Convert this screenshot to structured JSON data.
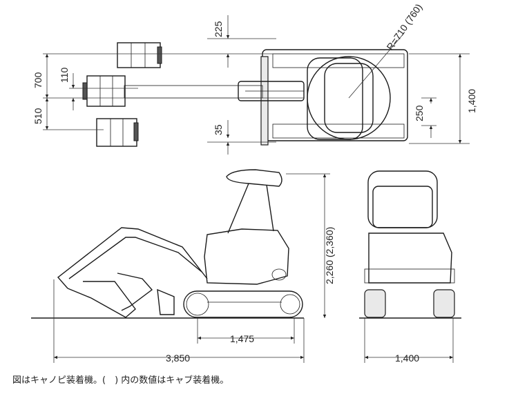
{
  "dimensions": {
    "top_225": "225",
    "top_700": "700",
    "top_110": "110",
    "top_510": "510",
    "top_35": "35",
    "top_radius": "R=710 (760)",
    "top_250": "250",
    "top_1400": "1,400",
    "side_height": "2,260 (2,360)",
    "side_1475": "1,475",
    "side_3850": "3,850",
    "front_1400": "1,400"
  },
  "caption": "図はキャノピ装着機。(　) 内の数値はキャブ装着機。"
}
